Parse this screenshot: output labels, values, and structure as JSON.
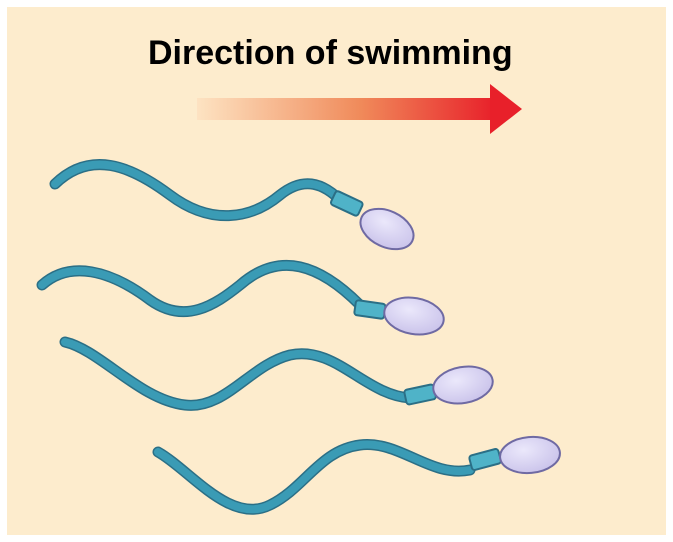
{
  "diagram": {
    "title": "Direction of swimming",
    "arrow": {
      "color_start": "#fde3c2",
      "color_end": "#e8202a"
    },
    "colors": {
      "background": "#fdeccd",
      "tail": "#3a9bb5",
      "tail_outline": "#2b6f86",
      "midpiece": "#4fb3c8",
      "head": "#c9c2ea",
      "head_outline": "#6f6aa3"
    },
    "sperm_cells": [
      {
        "name": "sperm-1"
      },
      {
        "name": "sperm-2"
      },
      {
        "name": "sperm-3"
      },
      {
        "name": "sperm-4"
      }
    ]
  }
}
